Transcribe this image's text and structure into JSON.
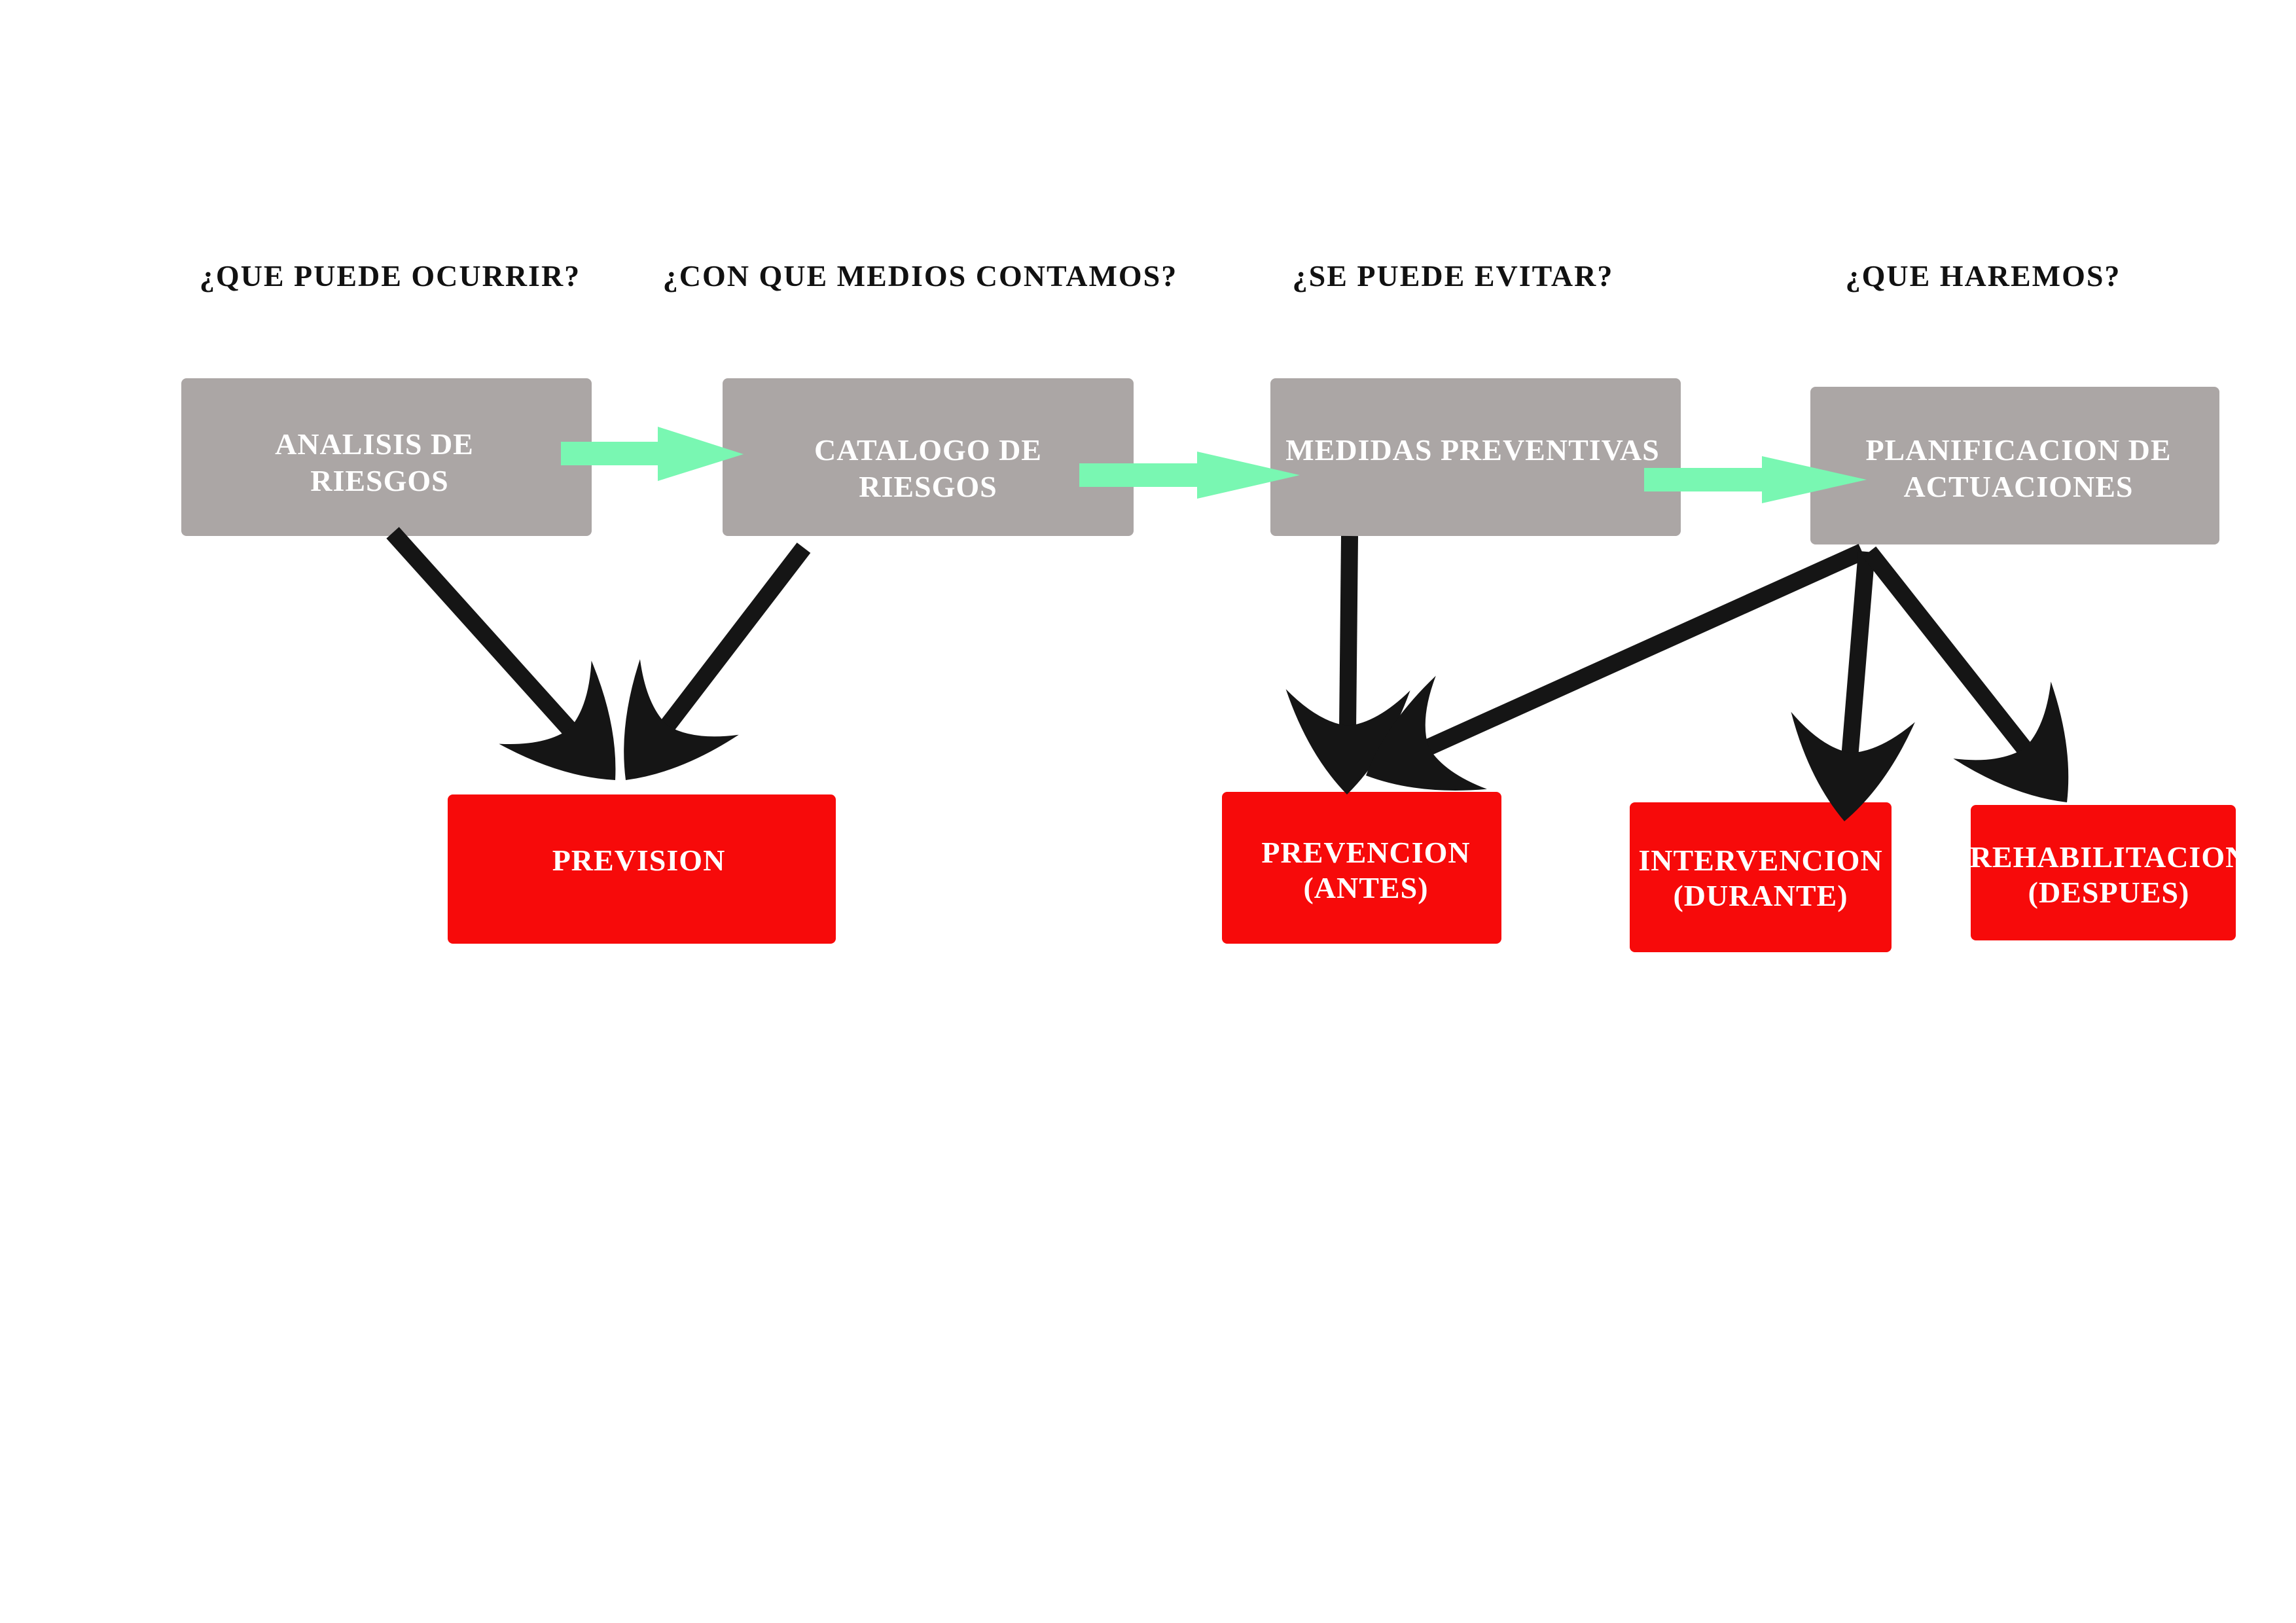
{
  "colors": {
    "grey_box": "#aba6a5",
    "red_box": "#f70a0a",
    "green_arrow": "#79f7b2",
    "black_arrow": "#151515"
  },
  "questions": [
    "¿QUE PUEDE OCURRIR?",
    "¿CON QUE MEDIOS CONTAMOS?",
    "¿SE PUEDE EVITAR?",
    "¿QUE HAREMOS?"
  ],
  "steps": [
    {
      "line1": "ANALISIS DE",
      "line2": "RIESGOS"
    },
    {
      "line1": "CATALOGO DE",
      "line2": "RIESGOS"
    },
    {
      "line1": "MEDIDAS PREVENTIVAS",
      "line2": ""
    },
    {
      "line1": "PLANIFICACION DE",
      "line2": "ACTUACIONES"
    }
  ],
  "outcomes": [
    {
      "line1": "PREVISION",
      "line2": ""
    },
    {
      "line1": "PREVENCION",
      "line2": "(ANTES)"
    },
    {
      "line1": "INTERVENCION",
      "line2": "(DURANTE)"
    },
    {
      "line1": "REHABILITACION",
      "line2": "(DESPUES)"
    }
  ]
}
